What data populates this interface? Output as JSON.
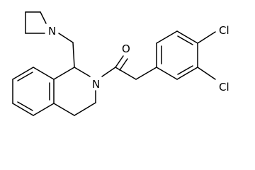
{
  "molecule": {
    "atom_labels": {
      "azetidine_nitrogen": "N",
      "ring_nitrogen": "N",
      "carbonyl_oxygen": "O",
      "chlorine_upper": "Cl",
      "chlorine_lower": "Cl"
    }
  }
}
